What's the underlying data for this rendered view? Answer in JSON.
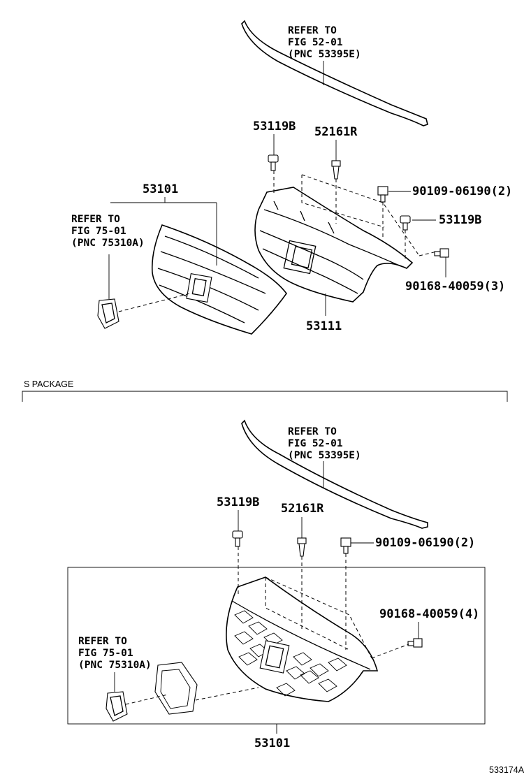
{
  "top": {
    "ref_upper": [
      "REFER TO",
      "FIG 52-01",
      "(PNC 53395E)"
    ],
    "ref_left": [
      "REFER TO",
      "FIG 75-01",
      "(PNC 75310A)"
    ],
    "labels": {
      "clip_a": "53119B",
      "retainer": "52161R",
      "grille": "53101",
      "screw_a": "90109-06190(2)",
      "clip_b": "53119B",
      "screw_b": "90168-40059(3)",
      "bracket": "53111"
    }
  },
  "section": {
    "title": "S PACKAGE"
  },
  "bottom": {
    "ref_upper": [
      "REFER TO",
      "FIG 52-01",
      "(PNC 53395E)"
    ],
    "ref_left": [
      "REFER TO",
      "FIG 75-01",
      "(PNC 75310A)"
    ],
    "labels": {
      "clip_a": "53119B",
      "retainer": "52161R",
      "screw_a": "90109-06190(2)",
      "screw_b": "90168-40059(4)",
      "grille": "53101"
    }
  },
  "figure_id": "533174A"
}
